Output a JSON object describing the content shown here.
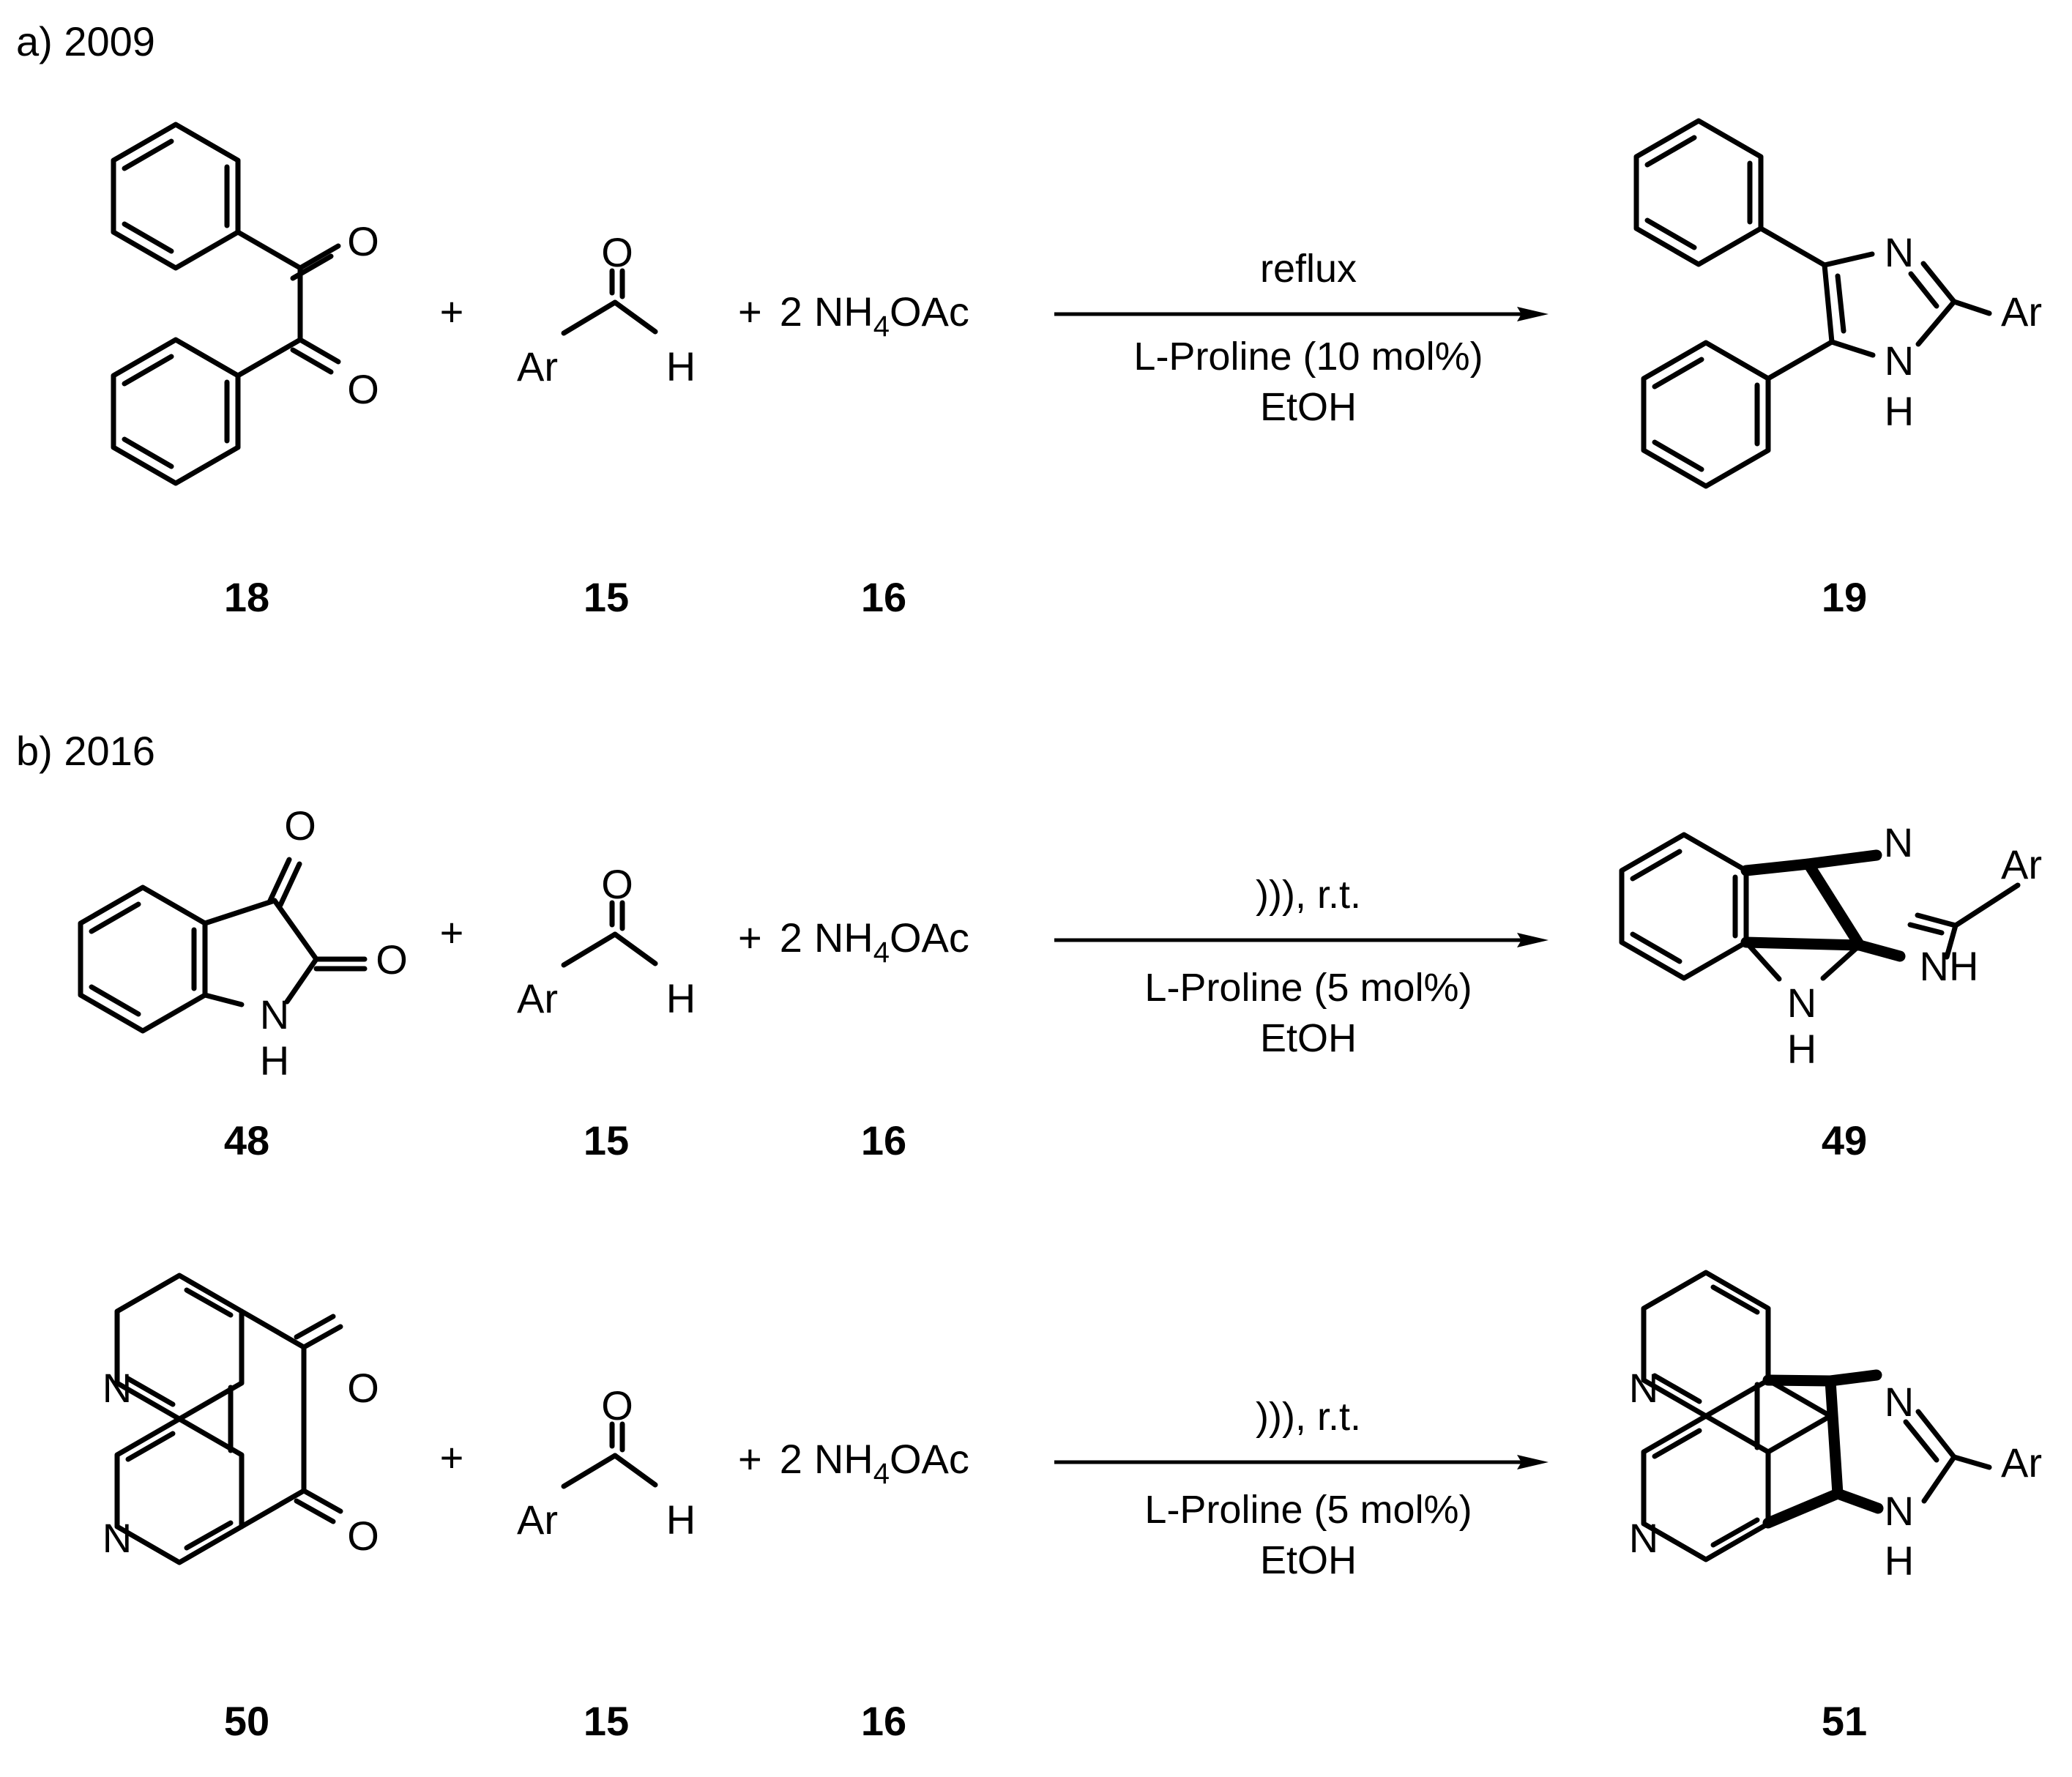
{
  "section_a": {
    "label": "a) 2009"
  },
  "section_b": {
    "label": "b) 2016"
  },
  "plus_sign": "+",
  "reagent_16": {
    "coeff": "2",
    "formula_pre": "NH",
    "formula_sub": "4",
    "formula_post": "OAc"
  },
  "aldehyde_15": {
    "o": "O",
    "ar": "Ar",
    "h": "H"
  },
  "atoms": {
    "O": "O",
    "N": "N",
    "H": "H",
    "NH": "NH",
    "Ar": "Ar"
  },
  "reaction_1": {
    "condition_above": "reflux",
    "condition_below_1": "L-Proline (10 mol%)",
    "condition_below_2": "EtOH",
    "reactant": "18",
    "aldehyde": "15",
    "ammonium": "16",
    "product": "19"
  },
  "reaction_2": {
    "condition_above": "))), r.t.",
    "condition_below_1": "L-Proline (5 mol%)",
    "condition_below_2": "EtOH",
    "reactant": "48",
    "aldehyde": "15",
    "ammonium": "16",
    "product": "49"
  },
  "reaction_3": {
    "condition_above": "))), r.t.",
    "condition_below_1": "L-Proline (5 mol%)",
    "condition_below_2": "EtOH",
    "reactant": "50",
    "aldehyde": "15",
    "ammonium": "16",
    "product": "51"
  }
}
